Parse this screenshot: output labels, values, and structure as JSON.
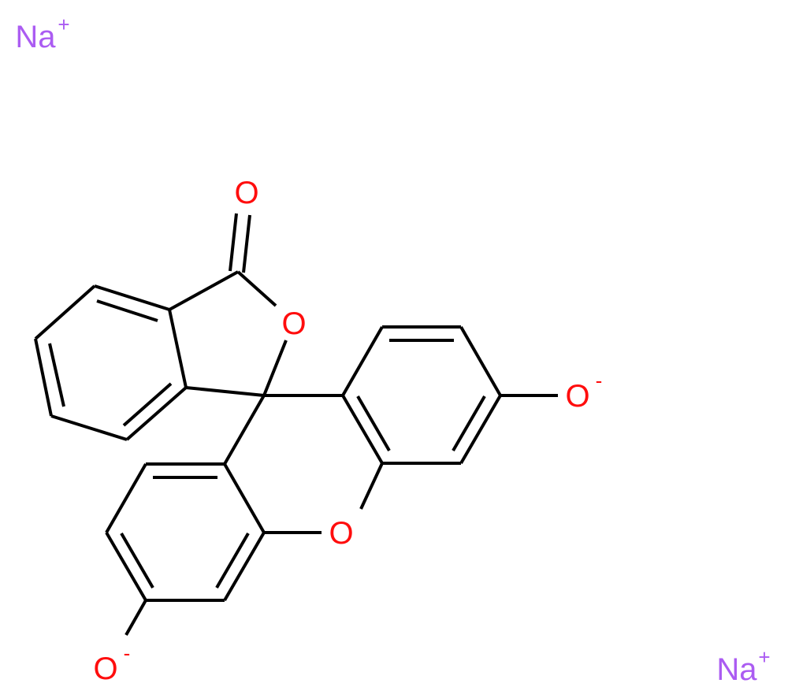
{
  "molecule": {
    "name": "fluorescein disodium",
    "colors": {
      "bond": "#000000",
      "oxygen": "#ff0d0d",
      "sodium": "#ab5cf2"
    }
  },
  "atoms": {
    "carbonyl_O": {
      "symbol": "O",
      "charge": ""
    },
    "lactone_O": {
      "symbol": "O",
      "charge": ""
    },
    "xanthene_O": {
      "symbol": "O",
      "charge": ""
    },
    "phenoxide_right_O": {
      "symbol": "O",
      "charge": "-"
    },
    "phenoxide_left_O": {
      "symbol": "O",
      "charge": "-"
    },
    "sodium_1": {
      "symbol": "Na",
      "charge": "+"
    },
    "sodium_2": {
      "symbol": "Na",
      "charge": "+"
    }
  }
}
